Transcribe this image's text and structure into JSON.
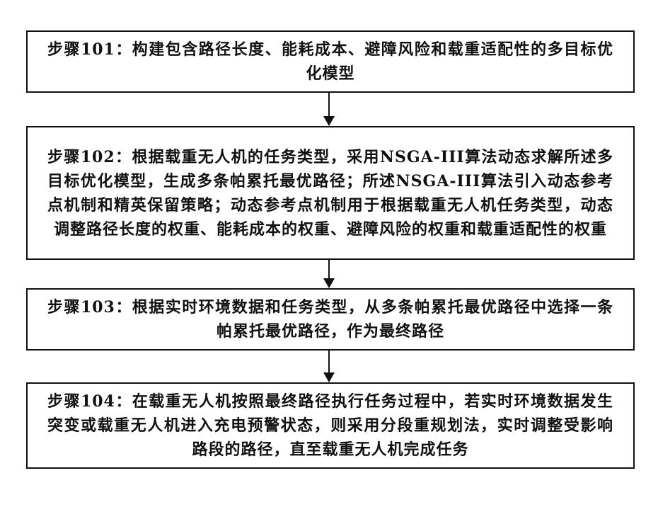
{
  "steps": [
    {
      "id": "101",
      "text": "步骤101：构建包含路径长度、能耗成本、避障风险和载重适配性的多目标优化模型"
    },
    {
      "id": "102",
      "text": "步骤102：根据载重无人机的任务类型，采用NSGA-III算法动态求解所述多目标优化模型，生成多条帕累托最优路径；所述NSGA-III算法引入动态参考点机制和精英保留策略；动态参考点机制用于根据载重无人机任务类型，动态调整路径长度的权重、能耗成本的权重、避障风险的权重和载重适配性的权重"
    },
    {
      "id": "103",
      "text": "步骤103：根据实时环境数据和任务类型，从多条帕累托最优路径中选择一条帕累托最优路径，作为最终路径"
    },
    {
      "id": "104",
      "text": "步骤104：在载重无人机按照最终路径执行任务过程中，若实时环境数据发生突变或载重无人机进入充电预警状态，则采用分段重规划法，实时调整受影响路段的路径，直至载重无人机完成任务"
    }
  ]
}
